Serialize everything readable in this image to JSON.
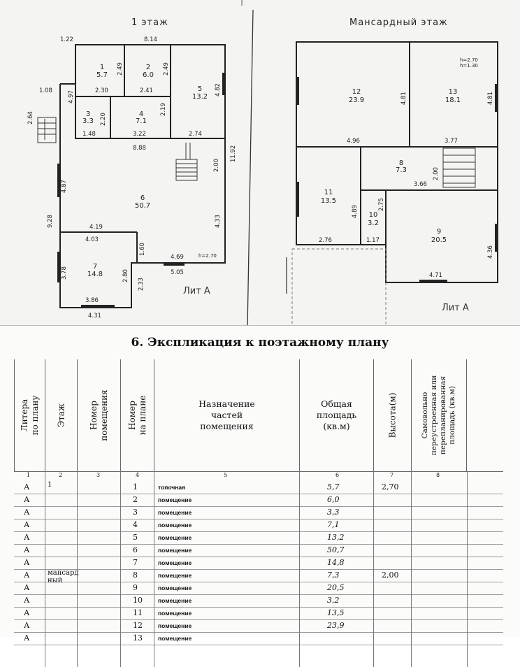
{
  "floor1": {
    "title": "1 этаж",
    "lit": "Лит А",
    "rooms": [
      {
        "num": "1",
        "area": "5.7"
      },
      {
        "num": "2",
        "area": "6.0"
      },
      {
        "num": "3",
        "area": "3.3"
      },
      {
        "num": "4",
        "area": "7.1"
      },
      {
        "num": "5",
        "area": "13.2"
      },
      {
        "num": "6",
        "area": "50.7"
      },
      {
        "num": "7",
        "area": "14.8"
      }
    ],
    "dims": [
      "1.22",
      "8.14",
      "1.08",
      "2.64",
      "4.97",
      "2.30",
      "2.49",
      "2.41",
      "2.49",
      "4.82",
      "1.48",
      "2.20",
      "3.22",
      "2.19",
      "2.74",
      "8.88",
      "11.92",
      "2.00",
      "4.87",
      "9.28",
      "4.19",
      "4.03",
      "4.33",
      "1.60",
      "3.78",
      "2.80",
      "2.33",
      "4.69",
      "5.05",
      "3.86",
      "4.31"
    ],
    "height_note": "h=2.70"
  },
  "attic": {
    "title": "Мансардный этаж",
    "lit": "Лит А",
    "rooms": [
      {
        "num": "12",
        "area": "23.9"
      },
      {
        "num": "13",
        "area": "18.1"
      },
      {
        "num": "8",
        "area": "7.3"
      },
      {
        "num": "11",
        "area": "13.5"
      },
      {
        "num": "10",
        "area": "3.2"
      },
      {
        "num": "9",
        "area": "20.5"
      }
    ],
    "dims": [
      "4.81",
      "4.81",
      "4.96",
      "3.77",
      "4.89",
      "3.66",
      "2.00",
      "2.75",
      "4.36",
      "2.76",
      "1.17",
      "4.71"
    ],
    "height_note_1": "h=2.70",
    "height_note_2": "h=1.30"
  },
  "table": {
    "title": "6. Экспликация к поэтажному плану",
    "headers": [
      "Литера\nпо плану",
      "Этаж",
      "Номер\nпомещения",
      "Номер\nна плане",
      "Назначение\nчастей\nпомещения",
      "Общая\nплощадь\n(кв.м)",
      "Высота(м)",
      "Самовольно\nпереустроенная или\nперепланированная\nплощадь (кв.м)"
    ],
    "col_numbers": [
      "1",
      "2",
      "3",
      "4",
      "5",
      "6",
      "7",
      "8"
    ],
    "rows": [
      {
        "lit": "А",
        "floor": "1",
        "num": "1",
        "purpose": "топочная",
        "area": "5,7",
        "height": "2,70"
      },
      {
        "lit": "А",
        "floor": "",
        "num": "2",
        "purpose": "помещение",
        "area": "6,0",
        "height": ""
      },
      {
        "lit": "А",
        "floor": "",
        "num": "3",
        "purpose": "помещение",
        "area": "3,3",
        "height": ""
      },
      {
        "lit": "А",
        "floor": "",
        "num": "4",
        "purpose": "помещение",
        "area": "7,1",
        "height": ""
      },
      {
        "lit": "А",
        "floor": "",
        "num": "5",
        "purpose": "помещение",
        "area": "13,2",
        "height": ""
      },
      {
        "lit": "А",
        "floor": "",
        "num": "6",
        "purpose": "помещение",
        "area": "50,7",
        "height": ""
      },
      {
        "lit": "А",
        "floor": "",
        "num": "7",
        "purpose": "помещение",
        "area": "14,8",
        "height": ""
      },
      {
        "lit": "А",
        "floor": "мансард ный",
        "num": "8",
        "purpose": "помещение",
        "area": "7,3",
        "height": "2,00"
      },
      {
        "lit": "А",
        "floor": "",
        "num": "9",
        "purpose": "помещение",
        "area": "20,5",
        "height": ""
      },
      {
        "lit": "А",
        "floor": "",
        "num": "10",
        "purpose": "помещение",
        "area": "3,2",
        "height": ""
      },
      {
        "lit": "А",
        "floor": "",
        "num": "11",
        "purpose": "помещение",
        "area": "13,5",
        "height": ""
      },
      {
        "lit": "А",
        "floor": "",
        "num": "12",
        "purpose": "помещение",
        "area": "23,9",
        "height": ""
      },
      {
        "lit": "А",
        "floor": "",
        "num": "13",
        "purpose": "помещение",
        "area": "",
        "height": ""
      }
    ]
  }
}
